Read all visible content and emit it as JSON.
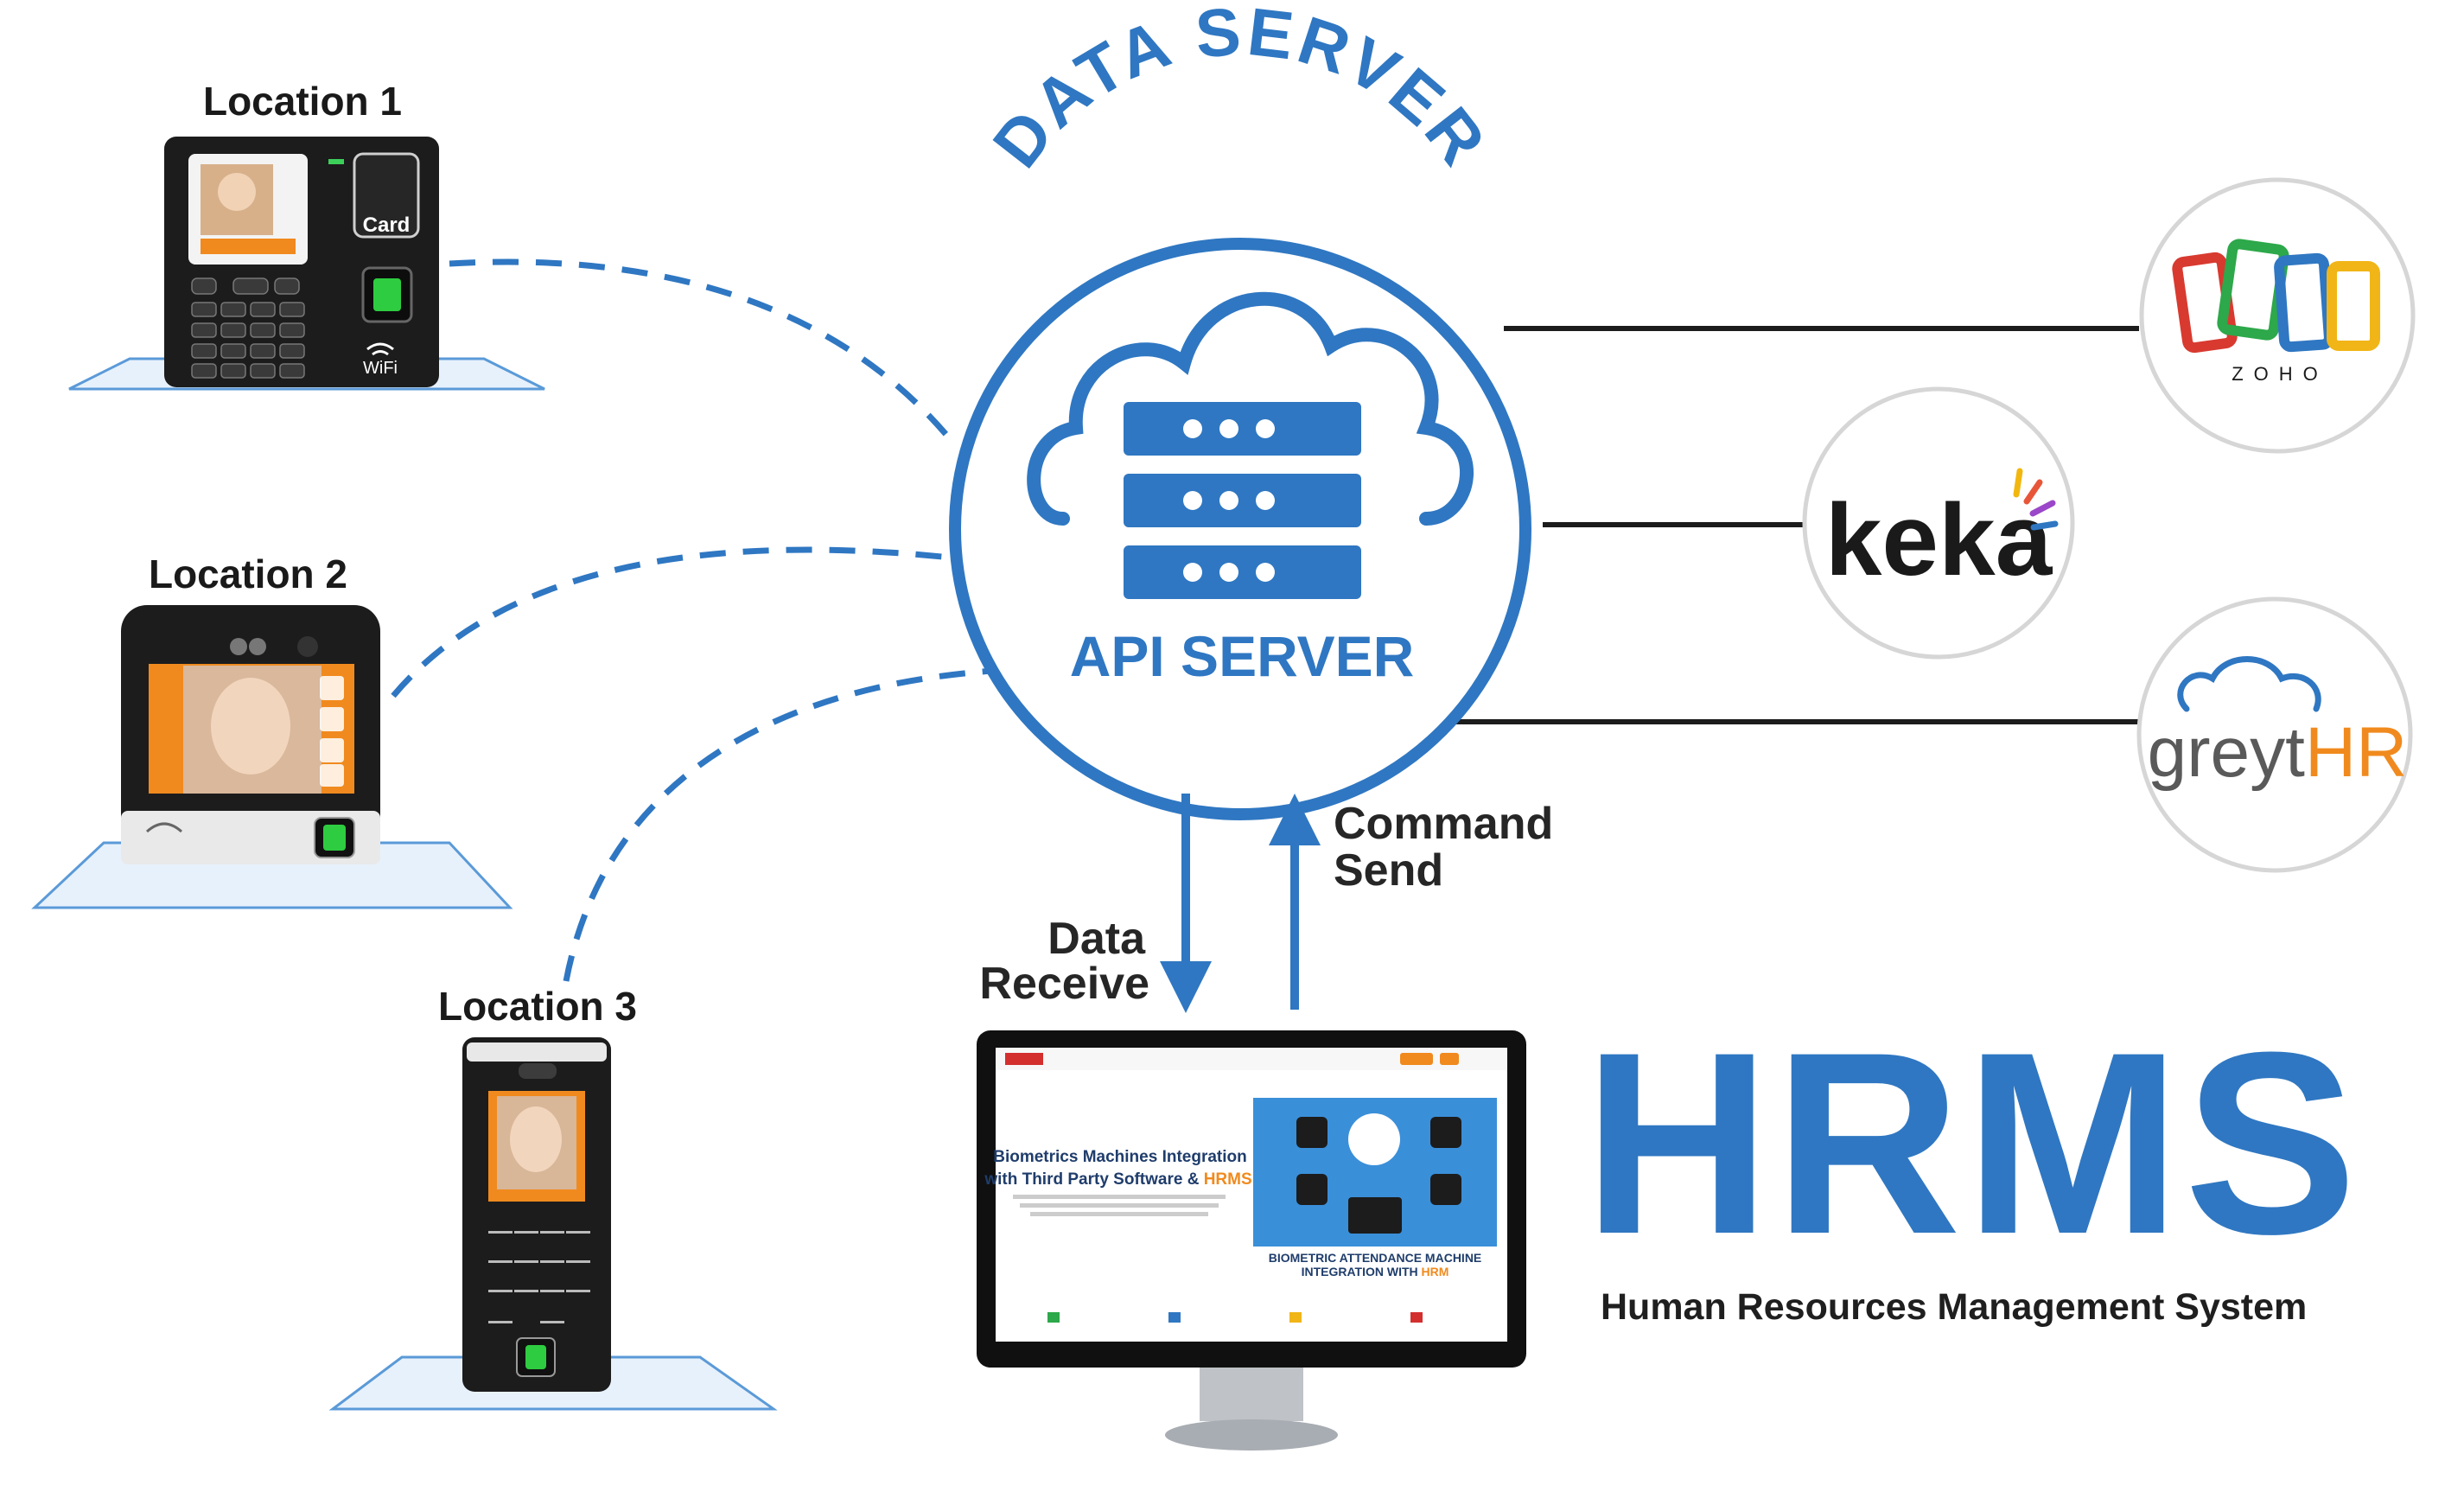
{
  "locations": [
    {
      "label": "Location 1",
      "card_text": "Card",
      "wifi_text": "WiFi"
    },
    {
      "label": "Location 2"
    },
    {
      "label": "Location 3"
    }
  ],
  "server": {
    "arc_title": "DATA SERVER",
    "label": "API SERVER"
  },
  "flows": {
    "data_receive": [
      "Data",
      "Receive"
    ],
    "command_send": [
      "Command",
      "Send"
    ]
  },
  "integrations": {
    "zoho": "ZOHO",
    "keka": "keka",
    "greythr_prefix": "greyt",
    "greythr_suffix": "HR"
  },
  "monitor": {
    "heading_line1": "Biometrics Machines Integration",
    "heading_line2_prefix": "with Third Party Software & ",
    "heading_line2_highlight": "HRMS",
    "banner_line1": "BIOMETRIC ATTENDANCE MACHINE",
    "banner_line2_prefix": "INTEGRATION WITH ",
    "banner_line2_highlight": "HRM"
  },
  "hrms": {
    "title": "HRMS",
    "subtitle": "Human Resources Management System"
  },
  "colors": {
    "accent_blue": "#2f77c2",
    "orange": "#f08a1e",
    "device_black": "#1a1a1a"
  }
}
